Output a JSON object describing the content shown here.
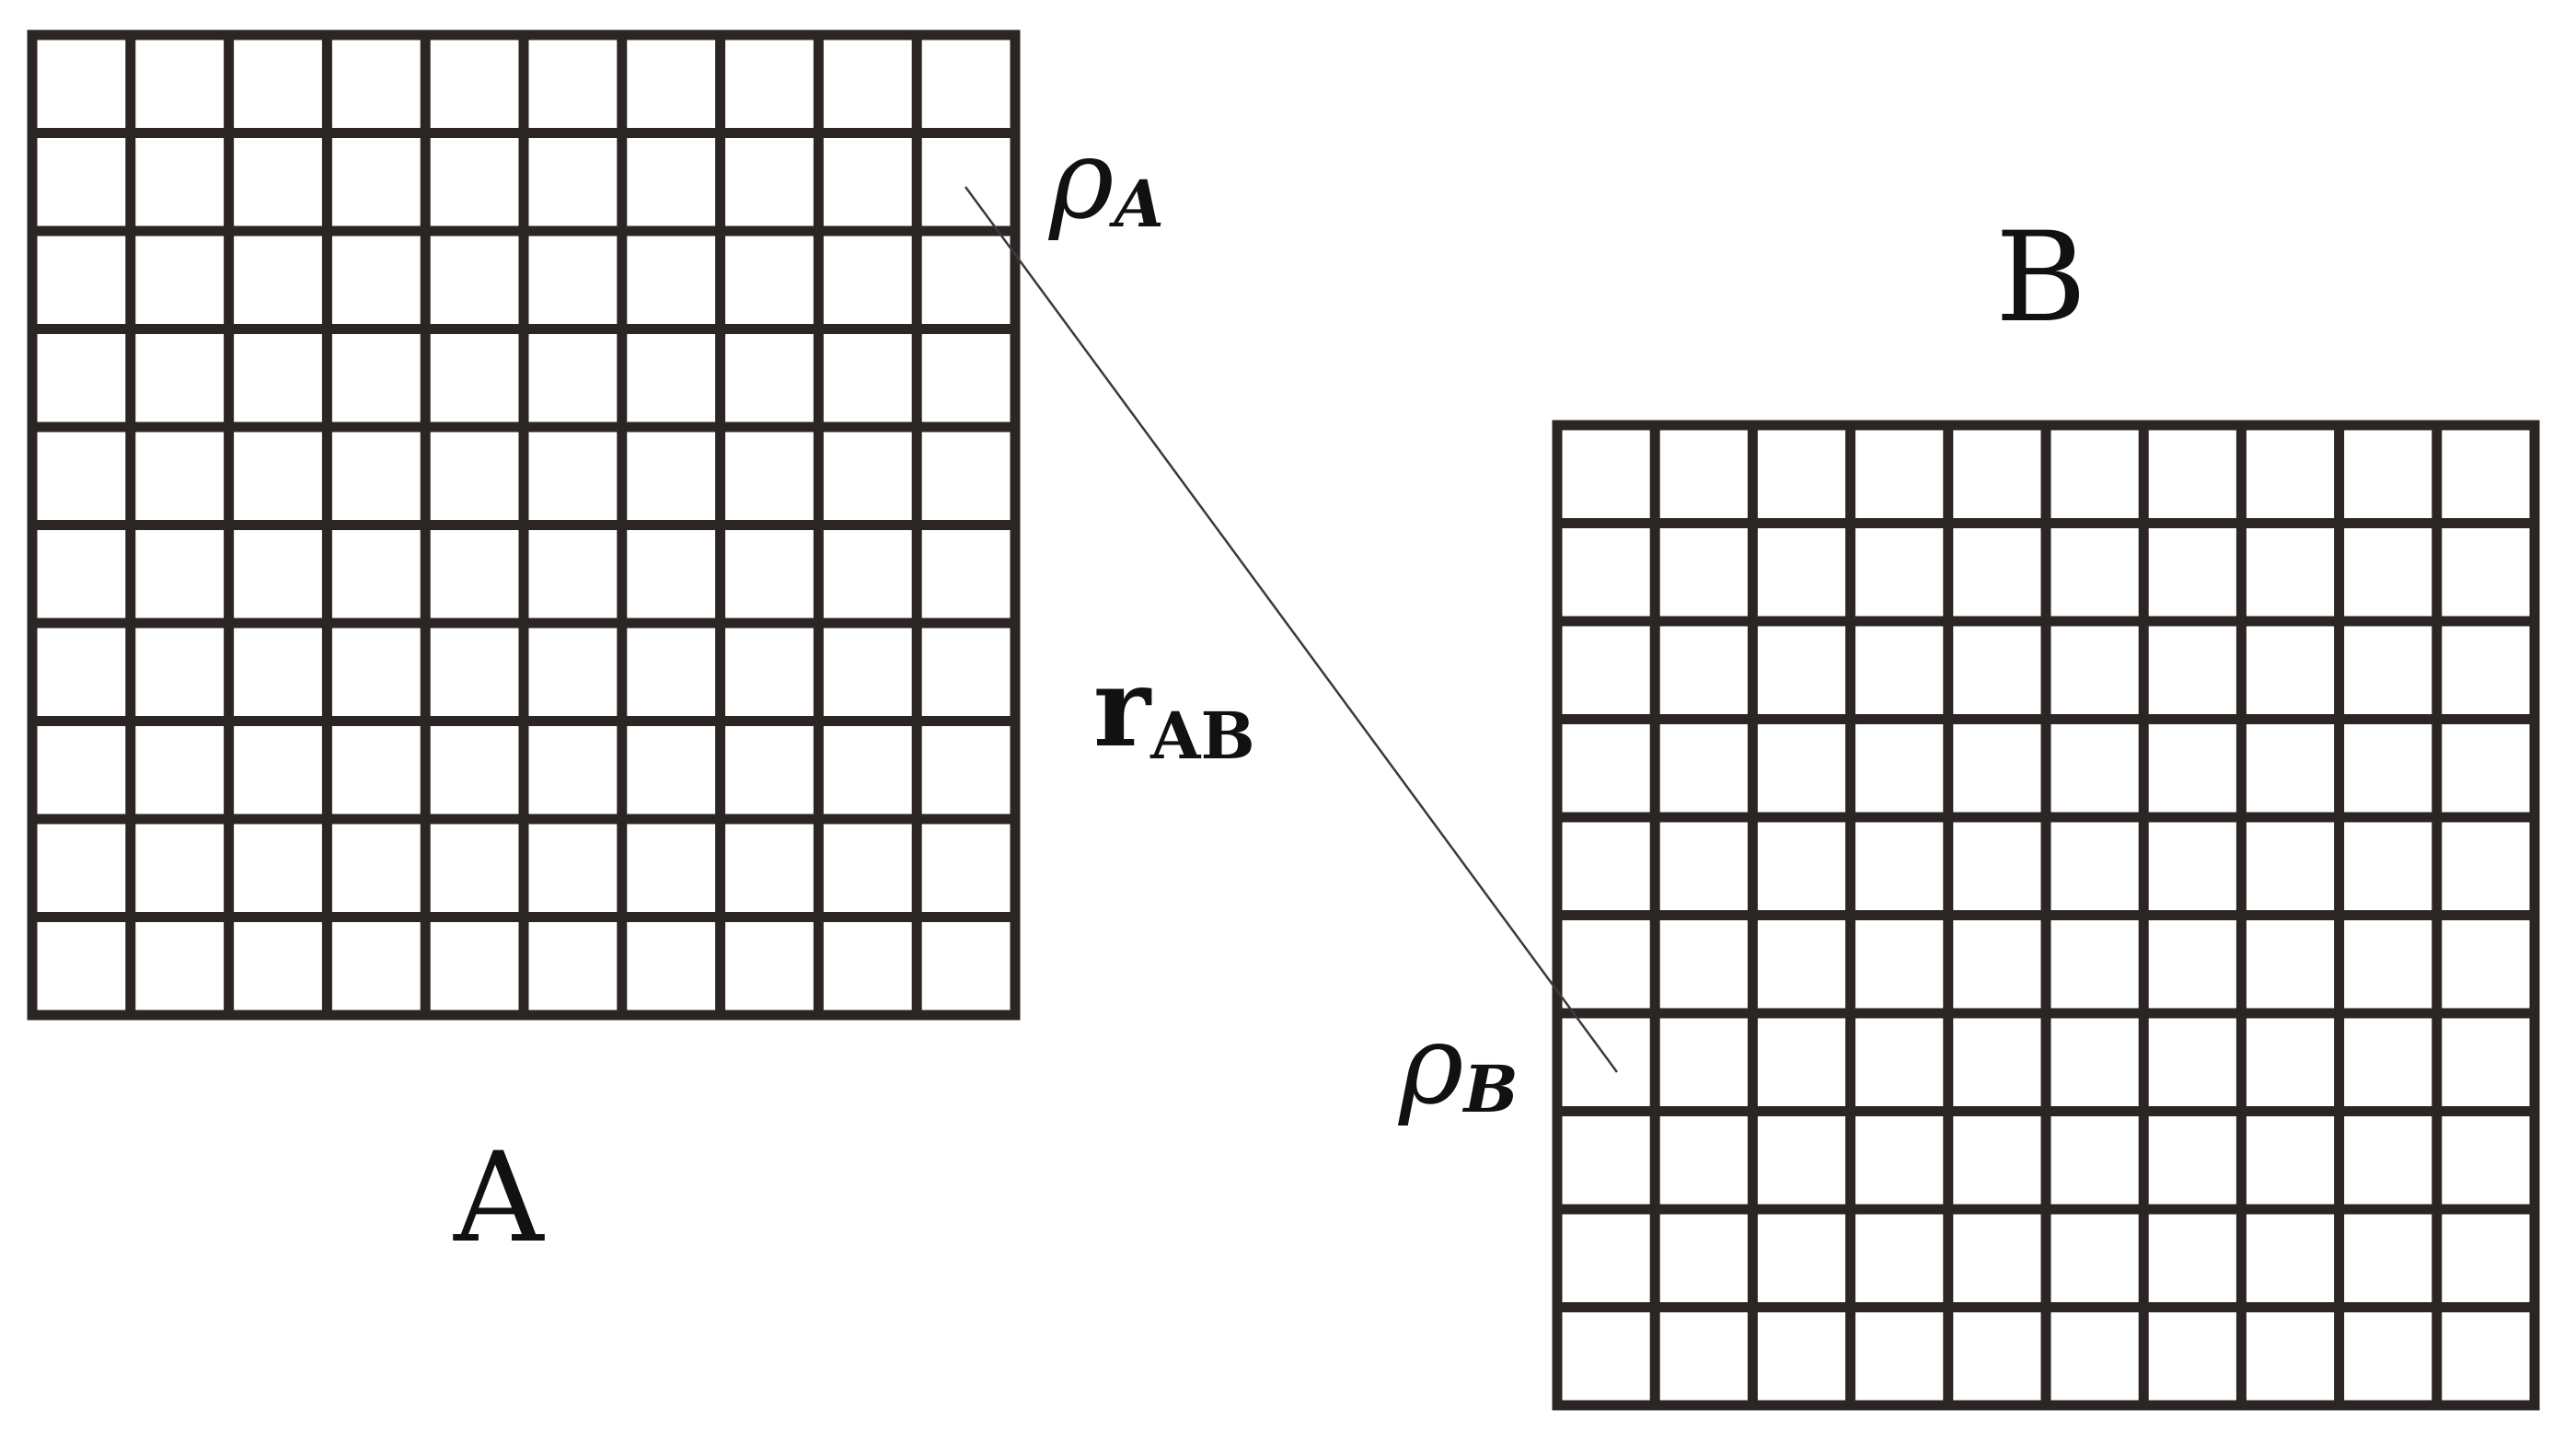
{
  "grids": [
    {
      "id": "A",
      "rows": 10,
      "cols": 10
    },
    {
      "id": "B",
      "rows": 10,
      "cols": 10
    }
  ],
  "labels": {
    "grid_a": "A",
    "grid_b": "B",
    "rho_symbol": "ρ",
    "rho_a_subscript": "A",
    "rho_b_subscript": "B",
    "distance_symbol": "r",
    "distance_subscript": "AB"
  },
  "colors": {
    "grid": "#2b2624",
    "connector": "#3a3a3a",
    "text": "#111111",
    "background": "#ffffff"
  }
}
